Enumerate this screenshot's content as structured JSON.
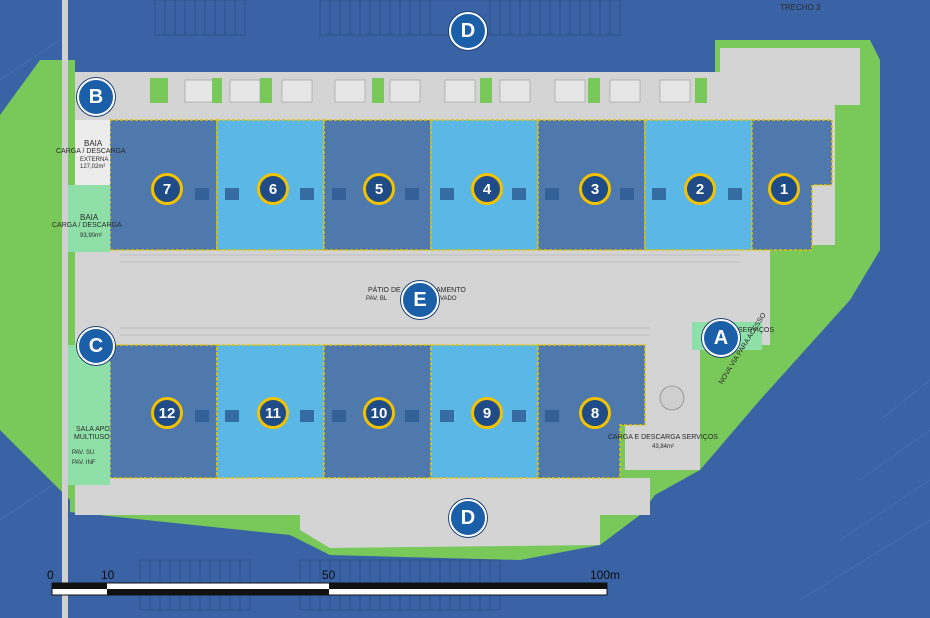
{
  "labels": {
    "trecho": "TRECHO 3",
    "baia1_a": "BAIA",
    "baia1_b": "CARGA / DESCARGA",
    "baia1_c": "EXTERNA",
    "baia1_d": "127,02m²",
    "baia2_a": "BAIA",
    "baia2_b": "CARGA / DESCARGA",
    "baia2_c": "93,90m²",
    "patio_a": "PÁTIO DE",
    "patio_b": "AMENTO",
    "patio_c": "PAV. BL",
    "patio_d": "VADO",
    "servicos": "SERVIÇOS",
    "carga_servicos": "CARGA E DESCARGA SERVIÇOS",
    "carga_area": "43,84m²",
    "sala_a": "SALA APO",
    "sala_b": "MULTIUSO",
    "sala_c": "PAV. SU",
    "sala_d": "PAV. INF",
    "nova_via": "NOVA VIA PARA ACESSO"
  },
  "markers": [
    {
      "id": "marker-D-top",
      "letter": "D"
    },
    {
      "id": "marker-B",
      "letter": "B"
    },
    {
      "id": "marker-E",
      "letter": "E"
    },
    {
      "id": "marker-A",
      "letter": "A"
    },
    {
      "id": "marker-C",
      "letter": "C"
    },
    {
      "id": "marker-D-bottom",
      "letter": "D"
    }
  ],
  "units_top": [
    "7",
    "6",
    "5",
    "4",
    "3",
    "2",
    "1"
  ],
  "units_bottom": [
    "12",
    "11",
    "10",
    "9",
    "8"
  ],
  "scale": {
    "t0": "0",
    "t10": "10",
    "t50": "50",
    "t100": "100m"
  },
  "colors": {
    "water": "#3a63a6",
    "grass": "#79c95a",
    "paved": "#d4d4d4",
    "unit_dark": "#4f79ac",
    "unit_light": "#5bb8e6",
    "marker": "#1c5fa9",
    "unit_ring": "#f2c200"
  }
}
